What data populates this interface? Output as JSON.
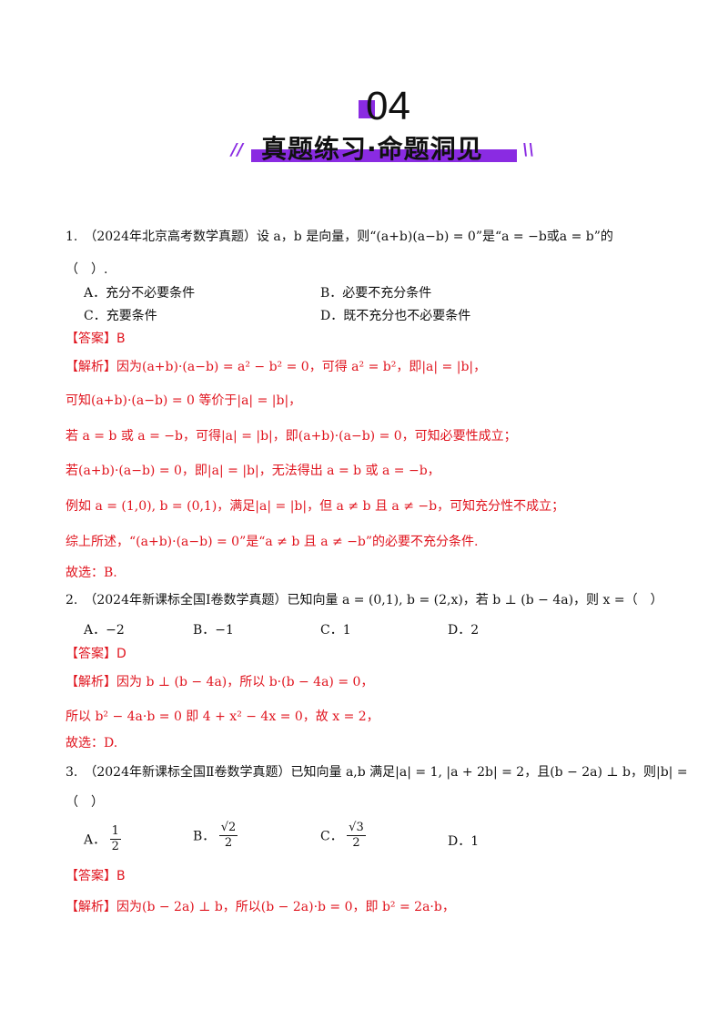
{
  "header": {
    "number": "04",
    "title": "真题练习·命题洞见",
    "left_slash": "//",
    "right_slash": "\\\\"
  },
  "q1": {
    "line1": "1.　（2024年北京高考数学真题）设 a，b 是向量，则“(a+b)(a−b) = 0”是“a = −b或a = b”的",
    "line2": "（　）.",
    "optA": "A．充分不必要条件",
    "optB": "B．必要不充分条件",
    "optC": "C．充要条件",
    "optD": "D．既不充分也不必要条件",
    "answer": "【答案】B",
    "sol1": "【解析】因为(a+b)·(a−b) = a² − b² = 0，可得 a² = b²，即|a| = |b|，",
    "sol2": "可知(a+b)·(a−b) = 0 等价于|a| = |b|，",
    "sol3": "若 a = b 或 a = −b，可得|a| = |b|，即(a+b)·(a−b) = 0，可知必要性成立；",
    "sol4": "若(a+b)·(a−b) = 0，即|a| = |b|，无法得出 a = b 或 a = −b，",
    "sol5": "例如 a = (1,0), b = (0,1)，满足|a| = |b|，但 a ≠ b 且 a ≠ −b，可知充分性不成立；",
    "sol6": "综上所述，“(a+b)·(a−b) = 0”是“a ≠ b 且 a ≠ −b”的必要不充分条件.",
    "sol7": "故选：B."
  },
  "q2": {
    "line1": "2.　（2024年新课标全国Ⅰ卷数学真题）已知向量 a = (0,1), b = (2,x)，若 b ⊥ (b − 4a)，则 x =（　）",
    "optA": "A．−2",
    "optB": "B．−1",
    "optC": "C．1",
    "optD": "D．2",
    "answer": "【答案】D",
    "sol1": "【解析】因为 b ⊥ (b − 4a)，所以 b·(b − 4a) = 0，",
    "sol2": "所以 b² − 4a·b = 0 即 4 + x² − 4x = 0，故 x = 2，",
    "sol3": "故选：D."
  },
  "q3": {
    "line1": "3.　（2024年新课标全国Ⅱ卷数学真题）已知向量 a,b 满足|a| = 1, |a + 2b| = 2，且(b − 2a) ⊥ b，则|b| =",
    "line2": "（　）",
    "optA_label": "A．",
    "optA_num": "1",
    "optA_den": "2",
    "optB_label": "B．",
    "optB_num": "√2",
    "optB_den": "2",
    "optC_label": "C．",
    "optC_num": "√3",
    "optC_den": "2",
    "optD": "D．1",
    "answer": "【答案】B",
    "sol1": "【解析】因为(b − 2a) ⊥ b，所以(b − 2a)·b = 0，即 b² = 2a·b，"
  },
  "colors": {
    "accent_purple": "#8a2be2",
    "answer_red": "#e0141e"
  }
}
